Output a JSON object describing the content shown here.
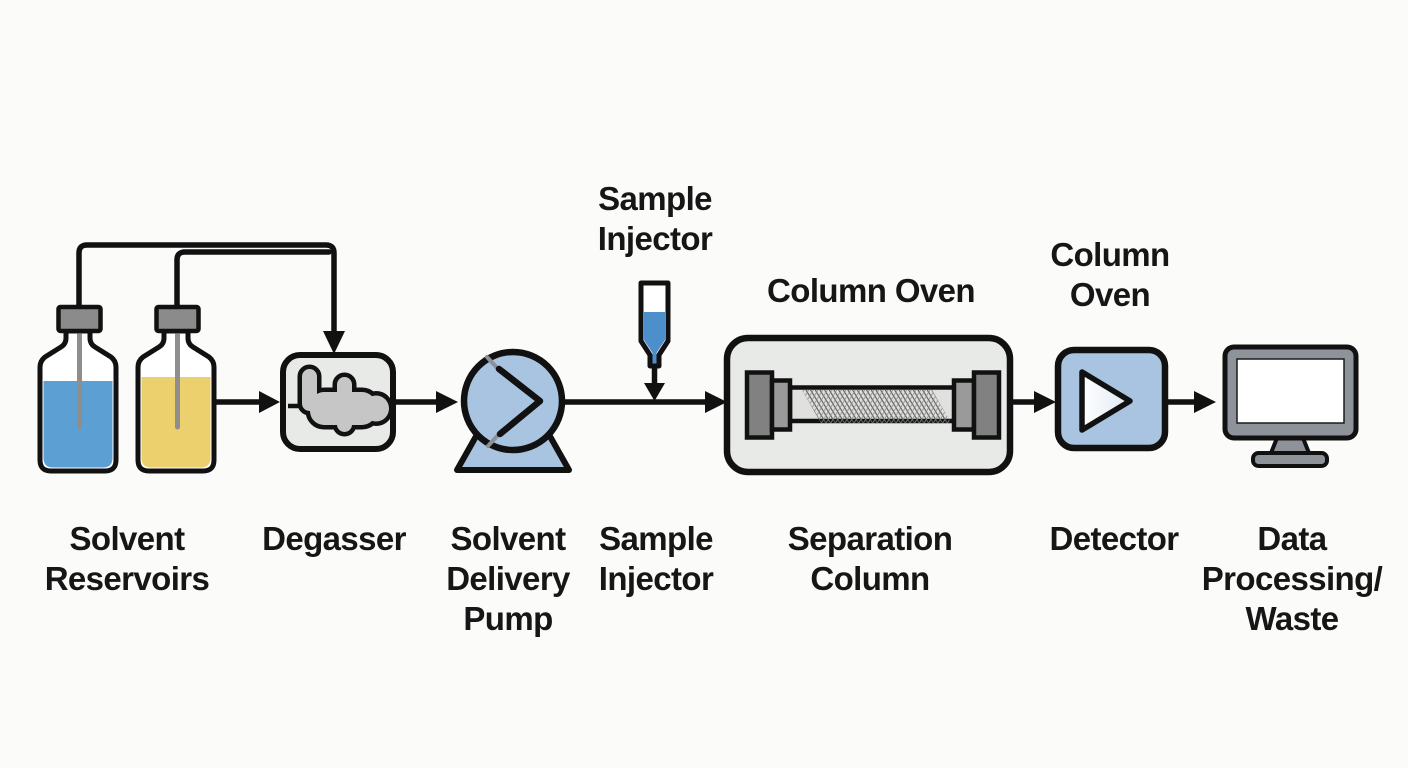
{
  "diagram": {
    "top_labels": {
      "sample_injector": "Sample\nInjector",
      "column_oven": "Column Oven",
      "column_oven_detector": "Column\nOven"
    },
    "bottom_labels": {
      "solvent_reservoirs": "Solvent\nReservoirs",
      "degasser": "Degasser",
      "solvent_delivery_pump": "Solvent\nDelivery\nPump",
      "sample_injector": "Sample\nInjector",
      "separation_column": "Separation\nColumn",
      "detector": "Detector",
      "data_processing_waste": "Data\nProcessing/\nWaste"
    },
    "colors": {
      "background": "#fbfbf9",
      "line": "#111111",
      "text": "#161616",
      "solvent_a_blue": "#5b9fd3",
      "solvent_b_yellow": "#edd06e",
      "cap_gray": "#8b8b8b",
      "box_fill": "#e8eae7",
      "pump_blue": "#a8c4e0",
      "sample_blue": "#4d8fca",
      "degasser_gray": "#c6c6c6",
      "column_cap_dark": "#818181",
      "column_cap_mid": "#9a9a9a",
      "column_tube": "#e0e0de",
      "monitor_gray": "#8e9399",
      "screen_white": "#ffffff"
    }
  }
}
